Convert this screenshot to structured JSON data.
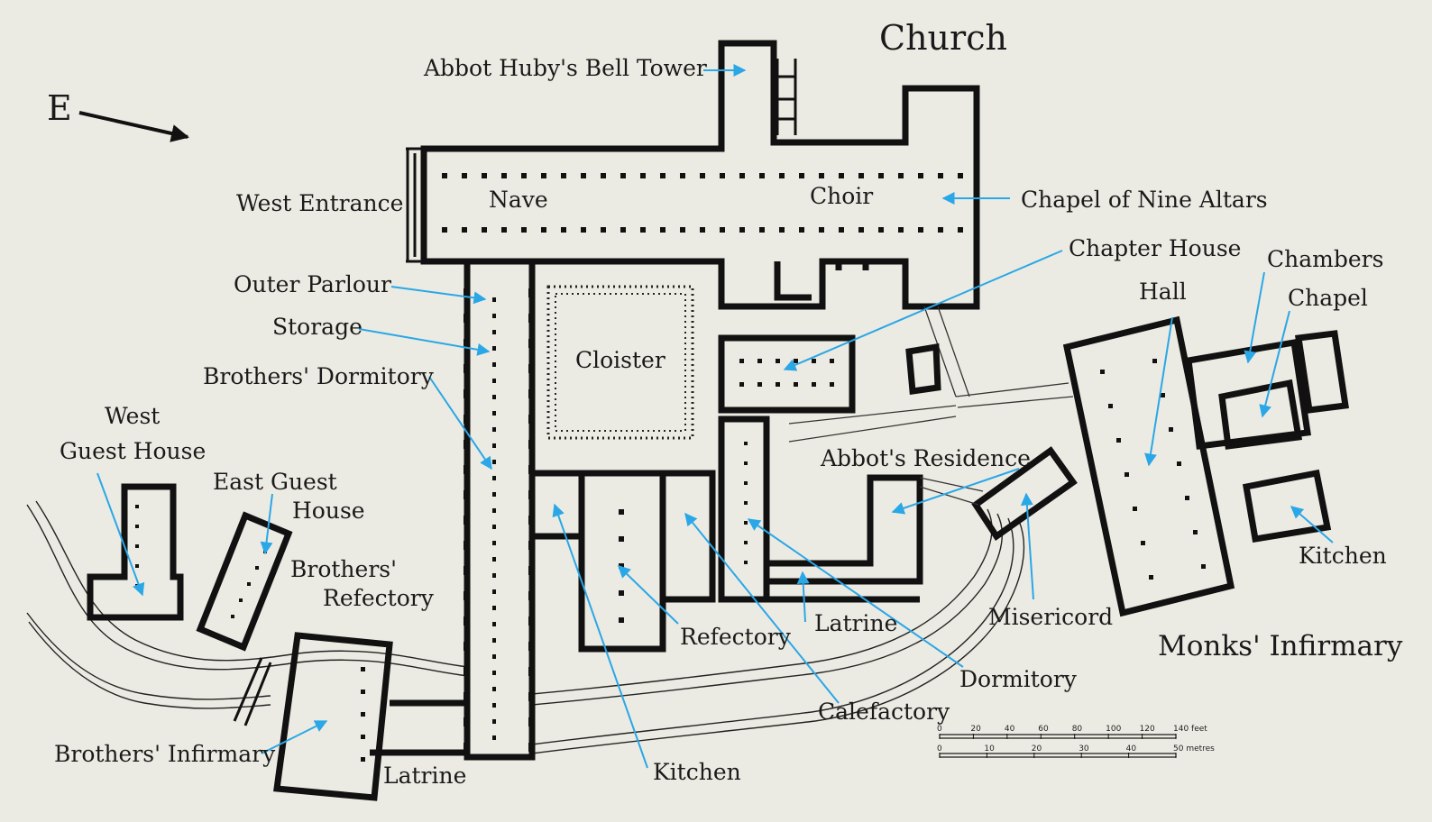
{
  "diagram": {
    "orientation": {
      "letter": "E"
    },
    "titles": {
      "church": "Church",
      "monks_infirmary": "Monks' Infirmary"
    },
    "labels": {
      "bell_tower": "Abbot Huby's Bell Tower",
      "west_entrance": "West Entrance",
      "nave": "Nave",
      "choir": "Choir",
      "chapel_nine_altars": "Chapel of Nine Altars",
      "chapter_house": "Chapter House",
      "outer_parlour": "Outer Parlour",
      "storage": "Storage",
      "cloister": "Cloister",
      "brothers_dormitory": "Brothers' Dormitory",
      "west_guest_house_1": "West",
      "west_guest_house_2": "Guest House",
      "east_guest_house_1": "East Guest",
      "east_guest_house_2": "House",
      "brothers_refectory_1": "Brothers'",
      "brothers_refectory_2": "Refectory",
      "abbots_residence": "Abbot's Residence",
      "hall": "Hall",
      "chambers": "Chambers",
      "chapel": "Chapel",
      "kitchen_infirmary": "Kitchen",
      "misericord": "Misericord",
      "refectory": "Refectory",
      "latrine_upper": "Latrine",
      "dormitory": "Dormitory",
      "calefactory": "Calefactory",
      "brothers_infirmary": "Brothers' Infirmary",
      "latrine_lower": "Latrine",
      "kitchen_lower": "Kitchen"
    },
    "scale": {
      "feet_ticks": [
        "0",
        "20",
        "40",
        "60",
        "80",
        "100",
        "120",
        "140 feet"
      ],
      "metre_ticks": [
        "0",
        "10",
        "20",
        "30",
        "40",
        "50 metres"
      ]
    },
    "colors": {
      "background": "#ecebe3",
      "walls": "#111111",
      "leader_lines": "#2aa7e6"
    }
  }
}
